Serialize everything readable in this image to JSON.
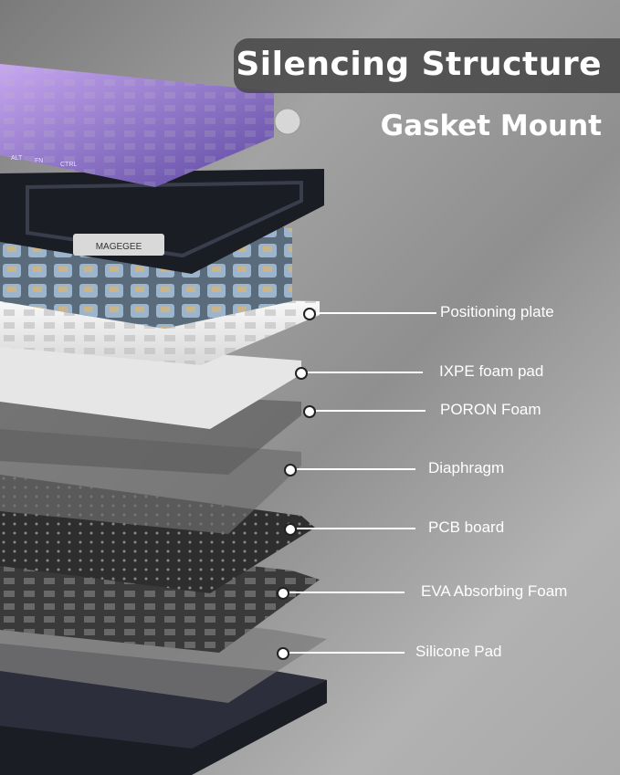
{
  "title": "Silencing Structure",
  "subtitle": "Gasket Mount",
  "brand_logo": "MAGEGEE",
  "keycap_legends": [
    "ALT",
    "FN",
    "CTRL"
  ],
  "layers": [
    {
      "label": "Positioning plate"
    },
    {
      "label": "IXPE foam pad"
    },
    {
      "label": "PORON Foam"
    },
    {
      "label": "Diaphragm"
    },
    {
      "label": "PCB board"
    },
    {
      "label": "EVA Absorbing Foam"
    },
    {
      "label": "Silicone Pad"
    }
  ],
  "colors": {
    "keycap_purple": "#8a6cc9",
    "case_black": "#1b1d24",
    "plate_white": "#f2f2f2",
    "pcb_dark": "#2d2d2d",
    "label_white": "#ffffff"
  }
}
